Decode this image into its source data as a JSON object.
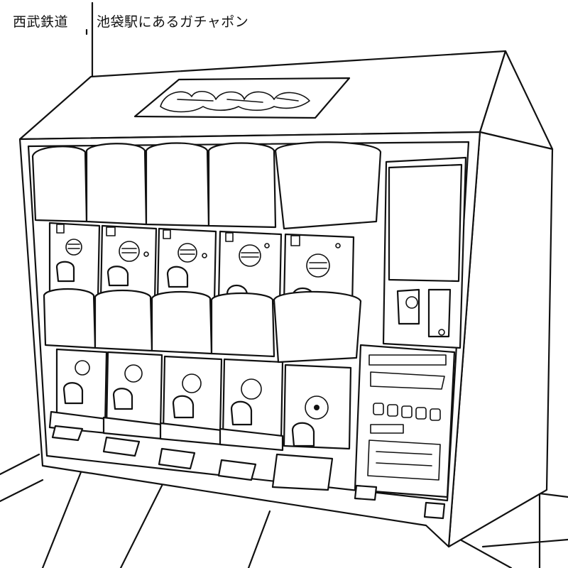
{
  "caption": {
    "company": "西武鉄道",
    "location": "池袋駅にあるガチャポン"
  },
  "machine": {
    "sign_icon": "gachapon-logo-sign-icon",
    "upper_tier_units": 5,
    "lower_tier_units": 5,
    "vending_panel_icon": "coin-changer-panel-icon"
  },
  "colors": {
    "ink": "#111111",
    "paper": "#ffffff"
  }
}
